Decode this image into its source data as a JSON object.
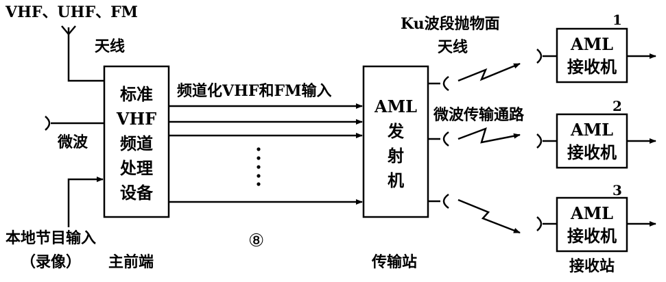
{
  "antenna_bands": "VHF、UHF、FM",
  "antenna_label": "天线",
  "microwave_label": "微波",
  "local_program_label": "本地节目输入",
  "recording_label": "（录像）",
  "headend_label": "主前端",
  "processor_lines": [
    "标准",
    "VHF",
    "频道",
    "处理",
    "设备"
  ],
  "channelized_input_label": "频道化VHF和FM输入",
  "transmitter_lines": [
    "AML",
    "发",
    "射",
    "机"
  ],
  "transmit_station_label": "传输站",
  "ku_antenna_label_1": "Ku波段抛物面",
  "ku_antenna_label_2": "天线",
  "microwave_path_label": "微波传输通路",
  "receivers": [
    {
      "number": "1",
      "line1": "AML",
      "line2": "接收机"
    },
    {
      "number": "2",
      "line1": "AML",
      "line2": "接收机"
    },
    {
      "number": "3",
      "line1": "AML",
      "line2": "接收机"
    }
  ],
  "receive_station_label": "接收站",
  "figure_number": "⑧",
  "line_color": "#000000"
}
